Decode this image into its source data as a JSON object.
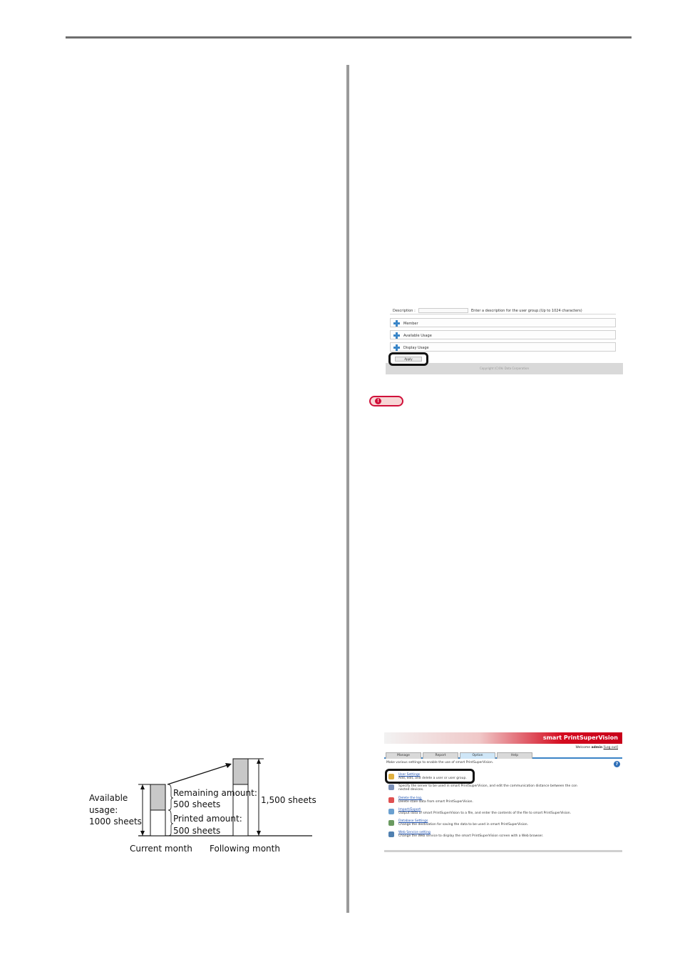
{
  "diagram": {
    "available_lines": [
      "Available",
      "usage:",
      "1000 sheets"
    ],
    "remaining_lines": [
      "Remaining amount:",
      "500 sheets"
    ],
    "printed_lines": [
      "Printed amount:",
      "500 sheets"
    ],
    "following_total": "1,500 sheets",
    "x_labels": [
      "Current month",
      "Following month"
    ]
  },
  "group_form": {
    "description_label": "Description :",
    "description_hint": "Enter a description for the user group.(Up to 1024 characters)",
    "sections": [
      "Member",
      "Available Usage",
      "Display Usage"
    ],
    "apply_label": "Apply",
    "copyright": "Copyright (C)Oki Data Corporation"
  },
  "note_icon": "exclamation-icon",
  "psv": {
    "brand": "smart PrintSuperVision",
    "welcome_prefix": "Welcome",
    "user": "admin",
    "logout": "[Log out]",
    "tabs": [
      "Manage",
      "Report",
      "Option",
      "Help"
    ],
    "active_tab": "Option",
    "intro": "Make various settings to enable the use of smart PrintSuperVision.",
    "items": [
      {
        "link": "User Settings",
        "desc": "Add, edit, and delete a user or user group."
      },
      {
        "link": "",
        "desc": "Specify the server to be used in smart PrintSuperVision, and edit the communication distance between the con"
      },
      {
        "link": "",
        "desc": "nected devices."
      },
      {
        "link": "Delete the log.",
        "desc": "Delete stale data from smart PrintSuperVision."
      },
      {
        "link": "Import/Export",
        "desc": "Output data of smart PrintSuperVision to a file, and enter the contents of the file to smart PrintSuperVision."
      },
      {
        "link": "Database Settings",
        "desc": "Change the destination for saving the data to be used in smart PrintSuperVision."
      },
      {
        "link": "Web Service setting",
        "desc": "Change the Web service to display the smart PrintSuperVision screen with a Web browser."
      }
    ],
    "colors": {
      "banner": "#d40a1e",
      "tab_line": "#3b83c6",
      "link": "#1a4fb0"
    }
  }
}
